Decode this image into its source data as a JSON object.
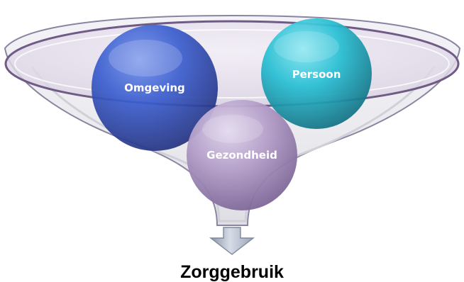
{
  "diagram": {
    "factors": {
      "omgeving": "Omgeving",
      "persoon": "Persoon",
      "gezondheid": "Gezondheid"
    },
    "result": "Zorggebruik"
  },
  "colors": {
    "omgeving": "#3f5fc8",
    "persoon": "#25b6cc",
    "gezondheid": "#b39dc8",
    "funnel_rim": "#6f5b86",
    "arrow": "#b8c1d3"
  },
  "icons": {
    "arrow": "down-arrow-icon",
    "funnel": "funnel-icon"
  }
}
